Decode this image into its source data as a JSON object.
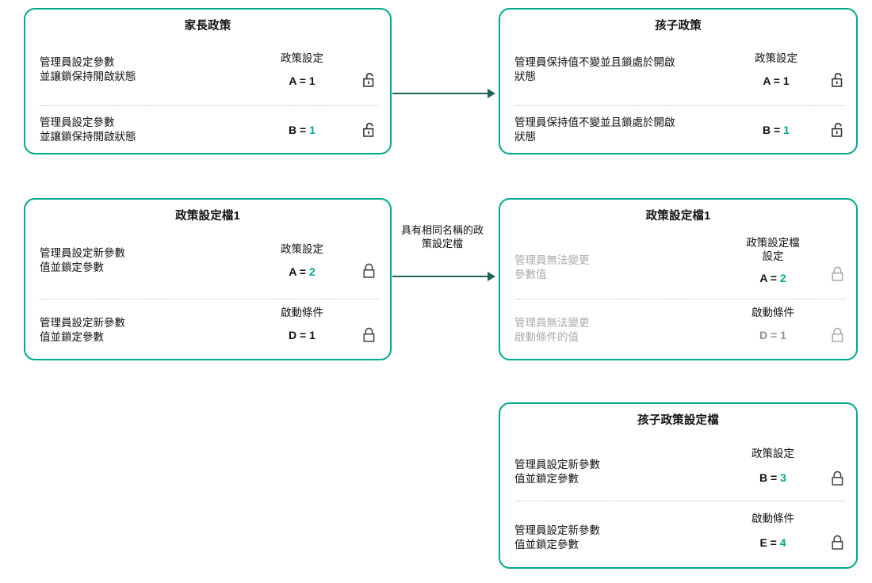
{
  "colors": {
    "card_border": "#00a88e",
    "accent_value": "#00a88e",
    "arrow": "#1d6357",
    "muted_text": "#a8abad",
    "text": "#111111"
  },
  "cards": [
    {
      "id": "parent-policy",
      "title": "家長政策",
      "rows": [
        {
          "desc": "管理員設定參數\n並讓鎖保持開啟狀態",
          "section_label": "政策設定",
          "value_key": "A",
          "value_eq": " = ",
          "value_num": "1",
          "value_num_accent": false,
          "lock": "unlocked",
          "muted": false
        },
        {
          "desc": "管理員設定參數\n並讓鎖保持開啟狀態",
          "section_label": "",
          "value_key": "B",
          "value_eq": " = ",
          "value_num": "1",
          "value_num_accent": true,
          "lock": "unlocked",
          "muted": false
        }
      ]
    },
    {
      "id": "child-policy",
      "title": "孩子政策",
      "rows": [
        {
          "desc": "管理員保持值不變並且鎖處於開啟\n狀態",
          "section_label": "政策設定",
          "value_key": "A",
          "value_eq": " = ",
          "value_num": "1",
          "value_num_accent": false,
          "lock": "unlocked",
          "muted": false
        },
        {
          "desc": "管理員保持值不變並且鎖處於開啟\n狀態",
          "section_label": "",
          "value_key": "B",
          "value_eq": " = ",
          "value_num": "1",
          "value_num_accent": true,
          "lock": "unlocked",
          "muted": false
        }
      ]
    },
    {
      "id": "policy-profile-1-left",
      "title": "政策設定檔1",
      "rows": [
        {
          "desc": "管理員設定新參數\n值並鎖定參數",
          "section_label": "政策設定",
          "value_key": "A",
          "value_eq": " = ",
          "value_num": "2",
          "value_num_accent": true,
          "lock": "locked",
          "muted": false
        },
        {
          "desc": "管理員設定新參數\n值並鎖定參數",
          "section_label": "啟動條件",
          "value_key": "D",
          "value_eq": " = ",
          "value_num": "1",
          "value_num_accent": false,
          "lock": "locked",
          "muted": false
        }
      ]
    },
    {
      "id": "policy-profile-1-right",
      "title": "政策設定檔1",
      "rows": [
        {
          "desc": "管理員無法變更\n參數值",
          "section_label": "政策設定檔\n設定",
          "value_key": "A",
          "value_eq": " = ",
          "value_num": "2",
          "value_num_accent": true,
          "lock": "locked-muted",
          "muted": true
        },
        {
          "desc": "管理員無法變更\n啟動條件的值",
          "section_label": "啟動條件",
          "value_key": "D",
          "value_eq": " = ",
          "value_num": "1",
          "value_num_accent": false,
          "lock": "locked-muted",
          "muted": true,
          "value_muted": true
        }
      ]
    },
    {
      "id": "child-policy-profile",
      "title": "孩子政策設定檔",
      "rows": [
        {
          "desc": "管理員設定新參數\n值並鎖定參數",
          "section_label": "政策設定",
          "value_key": "B",
          "value_eq": " = ",
          "value_num": "3",
          "value_num_accent": true,
          "lock": "locked",
          "muted": false
        },
        {
          "desc": "管理員設定新參數\n值並鎖定參數",
          "section_label": "啟動條件",
          "value_key": "E",
          "value_eq": " = ",
          "value_num": "4",
          "value_num_accent": true,
          "lock": "locked",
          "muted": false
        }
      ]
    }
  ],
  "connectors": [
    {
      "id": "connector-top",
      "label": ""
    },
    {
      "id": "connector-middle",
      "label": "具有相同名稱的政\n策設定檔"
    }
  ]
}
